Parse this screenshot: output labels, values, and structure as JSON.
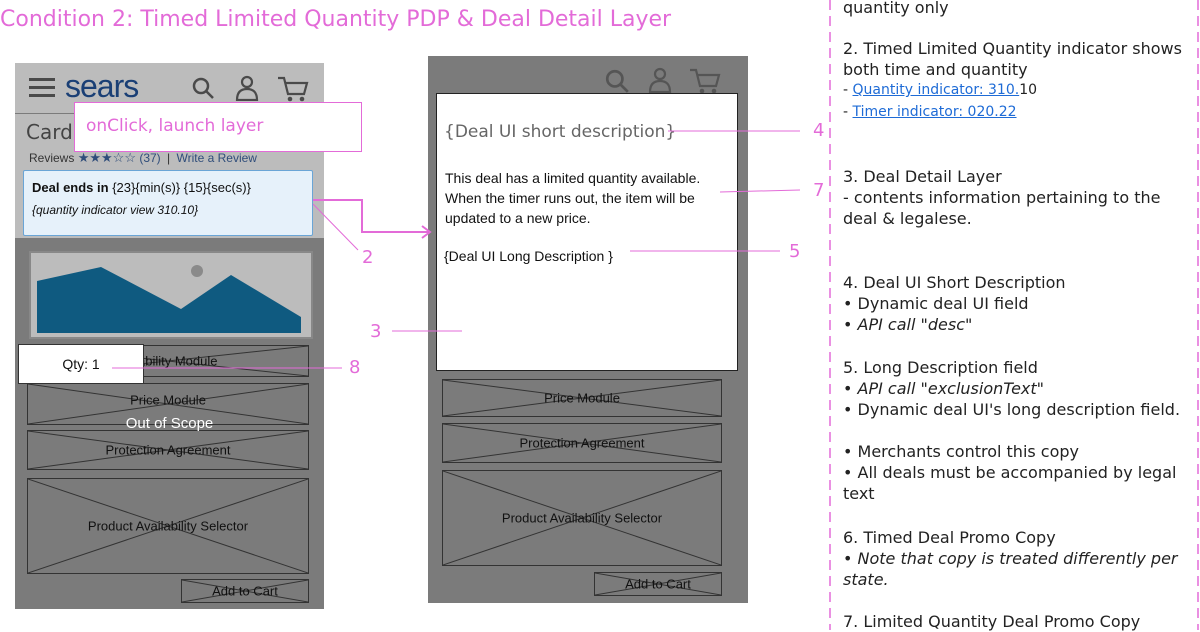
{
  "title": "Condition 2: Timed Limited Quantity PDP & Deal Detail Layer",
  "left_phone": {
    "logo": "sears",
    "product_title_partial": "Card",
    "reviews_label": "Reviews",
    "stars": "★★★☆☆",
    "review_count": "(37)",
    "separator": "|",
    "write_review": "Write a Review",
    "deal_ends_label": "Deal ends in",
    "deal_timer": "{23}{min(s)}  {15}{sec(s)}",
    "quantity_indicator": "{quantity indicator view 310.10}",
    "qty_label": "Qty: 1",
    "availability_partial": "ability Module",
    "price_module": "Price Module",
    "out_of_scope": "Out of Scope",
    "protection_agreement": "Protection Agreement",
    "availability_selector": "Product Availability Selector",
    "add_to_cart": "Add to Cart"
  },
  "onclick_note": "onClick, launch layer",
  "right_phone": {
    "short_desc": "{Deal UI short description}",
    "body": "This deal has a limited quantity available. When the timer runs out, the item will be updated to a new price.",
    "long_desc": "{Deal UI Long Description }",
    "price_module": "Price Module",
    "protection_agreement": "Protection Agreement",
    "availability_selector": "Product Availability Selector",
    "add_to_cart": "Add to Cart"
  },
  "callouts": {
    "c2": "2",
    "c3": "3",
    "c4": "4",
    "c5": "5",
    "c7": "7",
    "c8": "8"
  },
  "notes": {
    "top_partial": "quantity only",
    "n2_title": "2. Timed Limited Quantity indicator shows both time and quantity",
    "n2_link1_prefix": "- ",
    "n2_link1": "Quantity indicator: 310.",
    "n2_link1_suffix": "10",
    "n2_link2_prefix": "- ",
    "n2_link2": "Timer indicator: 020.22",
    "n3_title": "3. Deal Detail Layer",
    "n3_body": "- contents information pertaining to the deal & legalese.",
    "n4_title": "4.  Deal UI Short Description",
    "n4_b1": "• Dynamic deal UI field",
    "n4_b2": "• API call \"desc\"",
    "n5_title": "5. Long Description field",
    "n5_b1": "• API call \"exclusionText\"",
    "n5_b2": "• Dynamic deal UI's long description field.",
    "n5_b3": "• Merchants control this copy",
    "n5_b4": "• All deals must be accompanied by legal text",
    "n6_title": "6. Timed Deal Promo Copy",
    "n6_b1": "• Note that copy is treated differently per state.",
    "n7_title": "7. Limited Quantity Deal Promo Copy"
  },
  "colors": {
    "accent_pink": "#e36bd8",
    "overlay_gray": "#7b7b7b",
    "link_blue": "#1e6bd6",
    "chart_teal": "#0f5a80",
    "deal_box_bg": "#e6f1fa"
  }
}
